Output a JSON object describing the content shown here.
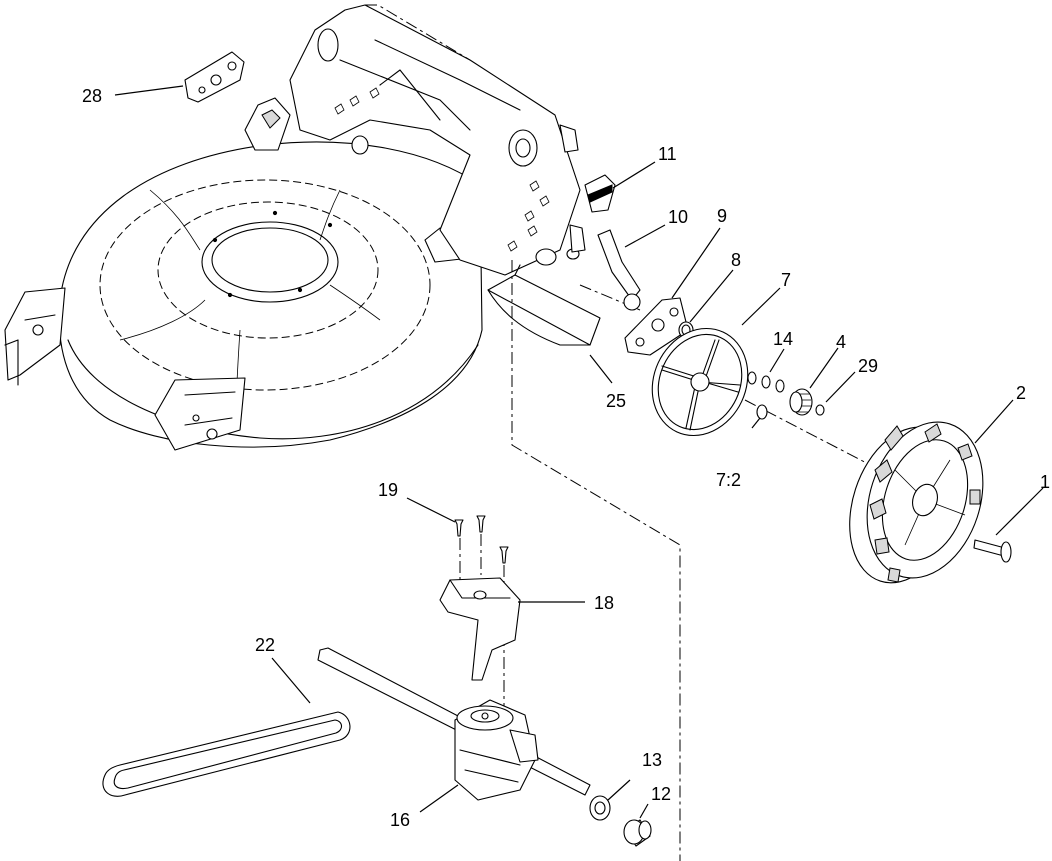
{
  "callouts": [
    {
      "id": "c1",
      "text": "1"
    },
    {
      "id": "c2",
      "text": "2"
    },
    {
      "id": "c4",
      "text": "4"
    },
    {
      "id": "c7",
      "text": "7"
    },
    {
      "id": "c7_2",
      "text": "7:2"
    },
    {
      "id": "c8",
      "text": "8"
    },
    {
      "id": "c9",
      "text": "9"
    },
    {
      "id": "c10",
      "text": "10"
    },
    {
      "id": "c11",
      "text": "11"
    },
    {
      "id": "c12",
      "text": "12"
    },
    {
      "id": "c13",
      "text": "13"
    },
    {
      "id": "c14",
      "text": "14"
    },
    {
      "id": "c16",
      "text": "16"
    },
    {
      "id": "c18",
      "text": "18"
    },
    {
      "id": "c19",
      "text": "19"
    },
    {
      "id": "c22",
      "text": "22"
    },
    {
      "id": "c25",
      "text": "25"
    },
    {
      "id": "c28",
      "text": "28"
    },
    {
      "id": "c29",
      "text": "29"
    }
  ]
}
